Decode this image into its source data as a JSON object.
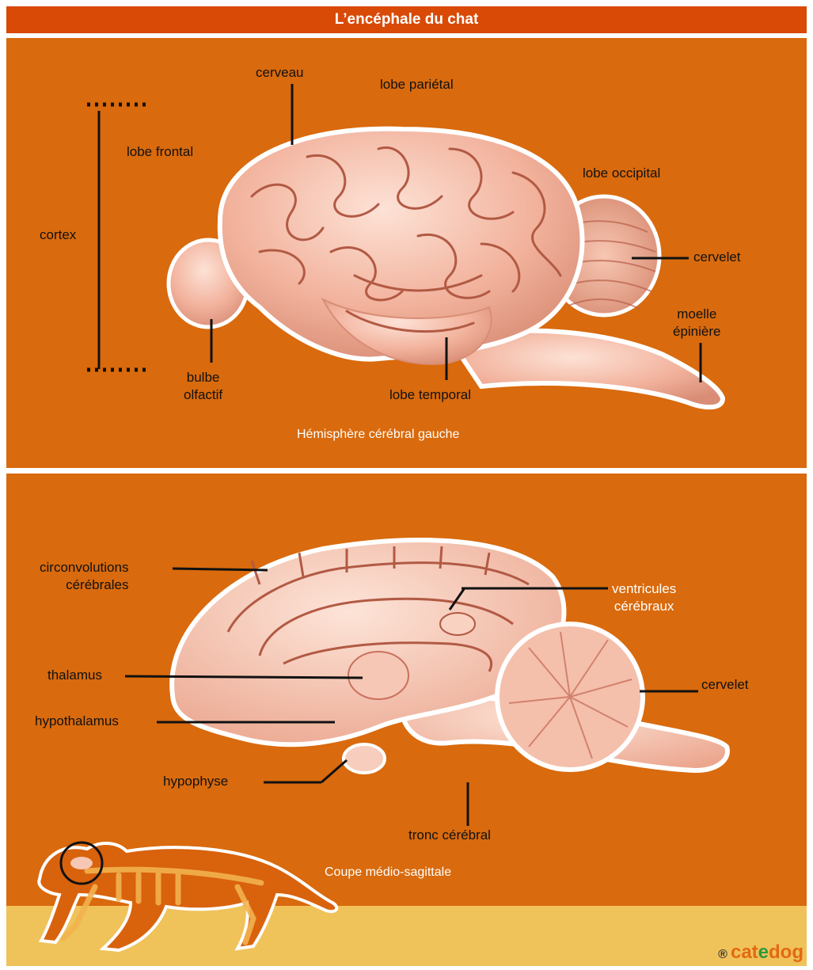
{
  "title": "L’encéphale du chat",
  "top_panel": {
    "caption": "Hémisphère cérébral gauche",
    "labels": {
      "cerveau": "cerveau",
      "lobe_parietal": "lobe pariétal",
      "lobe_frontal": "lobe frontal",
      "lobe_occipital": "lobe occipital",
      "cortex": "cortex",
      "cervelet": "cervelet",
      "moelle_epiniere": "moelle\népinière",
      "bulbe_olfactif": "bulbe\nolfactif",
      "lobe_temporal": "lobe temporal"
    }
  },
  "bottom_panel": {
    "caption": "Coupe médio-sagittale",
    "labels": {
      "circonvolutions": "circonvolutions\ncérébrales",
      "ventricules": "ventricules\ncérébraux",
      "thalamus": "thalamus",
      "cervelet": "cervelet",
      "hypothalamus": "hypothalamus",
      "hypophyse": "hypophyse",
      "tronc_cerebral": "tronc cérébral"
    }
  },
  "brand": {
    "reg": "®",
    "cat": "cat",
    "e": "e",
    "dog": "dog"
  },
  "colors": {
    "title_bar": "#d94a06",
    "panel": "#d96a0d",
    "brain": "#f3b9a6",
    "brain_dark": "#c9715e",
    "footer": "#f0c25a"
  }
}
